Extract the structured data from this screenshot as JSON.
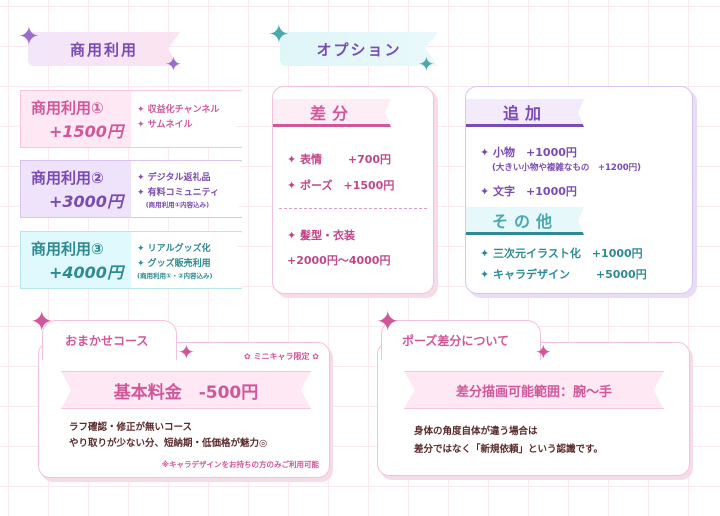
{
  "sections": {
    "commercial": "商用利用",
    "options": "オプション"
  },
  "commercial": [
    {
      "name": "商用利用①",
      "price": "+1500円",
      "items": [
        "✦ 収益化チャンネル",
        "✦ サムネイル"
      ],
      "note": ""
    },
    {
      "name": "商用利用②",
      "price": "+3000円",
      "items": [
        "✦ デジタル返礼品",
        "✦ 有料コミュニティ"
      ],
      "note": "(商用利用①内容込み)"
    },
    {
      "name": "商用利用③",
      "price": "+4000円",
      "items": [
        "✦ リアルグッズ化",
        "✦ グッズ販売利用"
      ],
      "note": "(商用利用①・②内容込み)"
    }
  ],
  "diff": {
    "title": "差分",
    "items": [
      "✦ 表情　　 +700円",
      "✦ ポーズ　+1500円",
      "✦ 髪型・衣装",
      "+2000円〜4000円"
    ]
  },
  "add": {
    "title": "追加",
    "items": [
      "✦ 小物　+1000円",
      "(大きい小物や複雑なもの　+1200円)",
      "✦ 文字　+1000円"
    ]
  },
  "other": {
    "title": "その他",
    "items": [
      "✦ 三次元イラスト化　+1000円",
      "✦ キャラデザイン　　 +5000円"
    ]
  },
  "omakase": {
    "title": "おまかせコース",
    "badge": "✿ ミニキャラ限定 ✿",
    "ribbon": "基本料金　-500円",
    "lines": [
      "ラフ確認・修正が無いコース",
      "やり取りが少ない分、短納期・低価格が魅力◎"
    ],
    "note": "※キャラデザインをお持ちの方のみご利用可能"
  },
  "pose": {
    "title": "ポーズ差分について",
    "ribbon": "差分描画可能範囲：腕〜手",
    "lines": [
      "身体の角度自体が違う場合は",
      "差分ではなく「新規依頼」という認識です。"
    ]
  },
  "colors": {
    "pink": "#d0589a",
    "purple": "#7a4bb3",
    "teal": "#2e8b93"
  }
}
